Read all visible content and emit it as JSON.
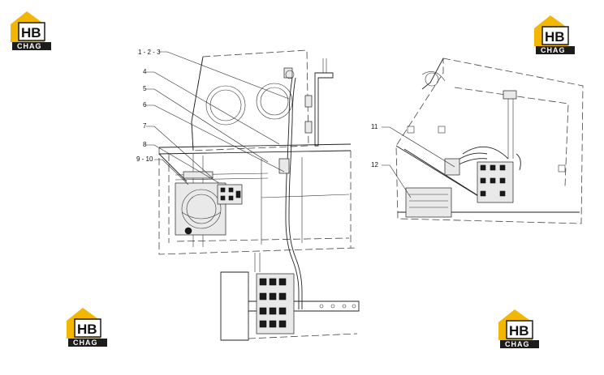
{
  "brand": {
    "logo_letters": "HB",
    "logo_caption": "CHAG",
    "colors": {
      "gold": "#f2b705",
      "dark": "#1c1c1c"
    }
  },
  "callouts": [
    {
      "id": "c1",
      "label": "1 - 2 - 3"
    },
    {
      "id": "c4",
      "label": "4"
    },
    {
      "id": "c5",
      "label": "5"
    },
    {
      "id": "c6",
      "label": "6"
    },
    {
      "id": "c7",
      "label": "7"
    },
    {
      "id": "c8",
      "label": "8"
    },
    {
      "id": "c9",
      "label": "9 - 10"
    },
    {
      "id": "c11",
      "label": "11"
    },
    {
      "id": "c12",
      "label": "12"
    }
  ]
}
